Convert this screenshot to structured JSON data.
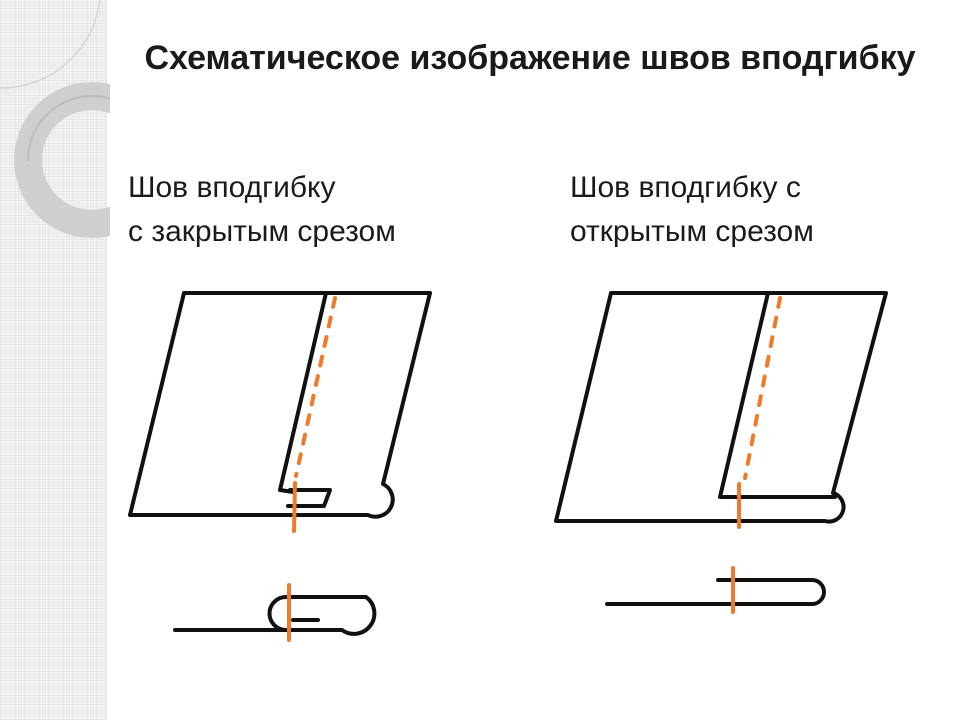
{
  "title": "Схематическое изображение швов вподгибку",
  "diagrams": {
    "left": {
      "label_line1": "Шов вподгибку",
      "label_line2": "с закрытым срезом"
    },
    "right": {
      "label_line1": "Шов вподгибку с",
      "label_line2": "открытым срезом"
    }
  },
  "colors": {
    "stroke": "#111111",
    "stitch": "#f07a2a",
    "background": "#ffffff",
    "side_band": "#f3f3f3"
  },
  "icons": {
    "decoration": "ring-decoration-icon"
  }
}
